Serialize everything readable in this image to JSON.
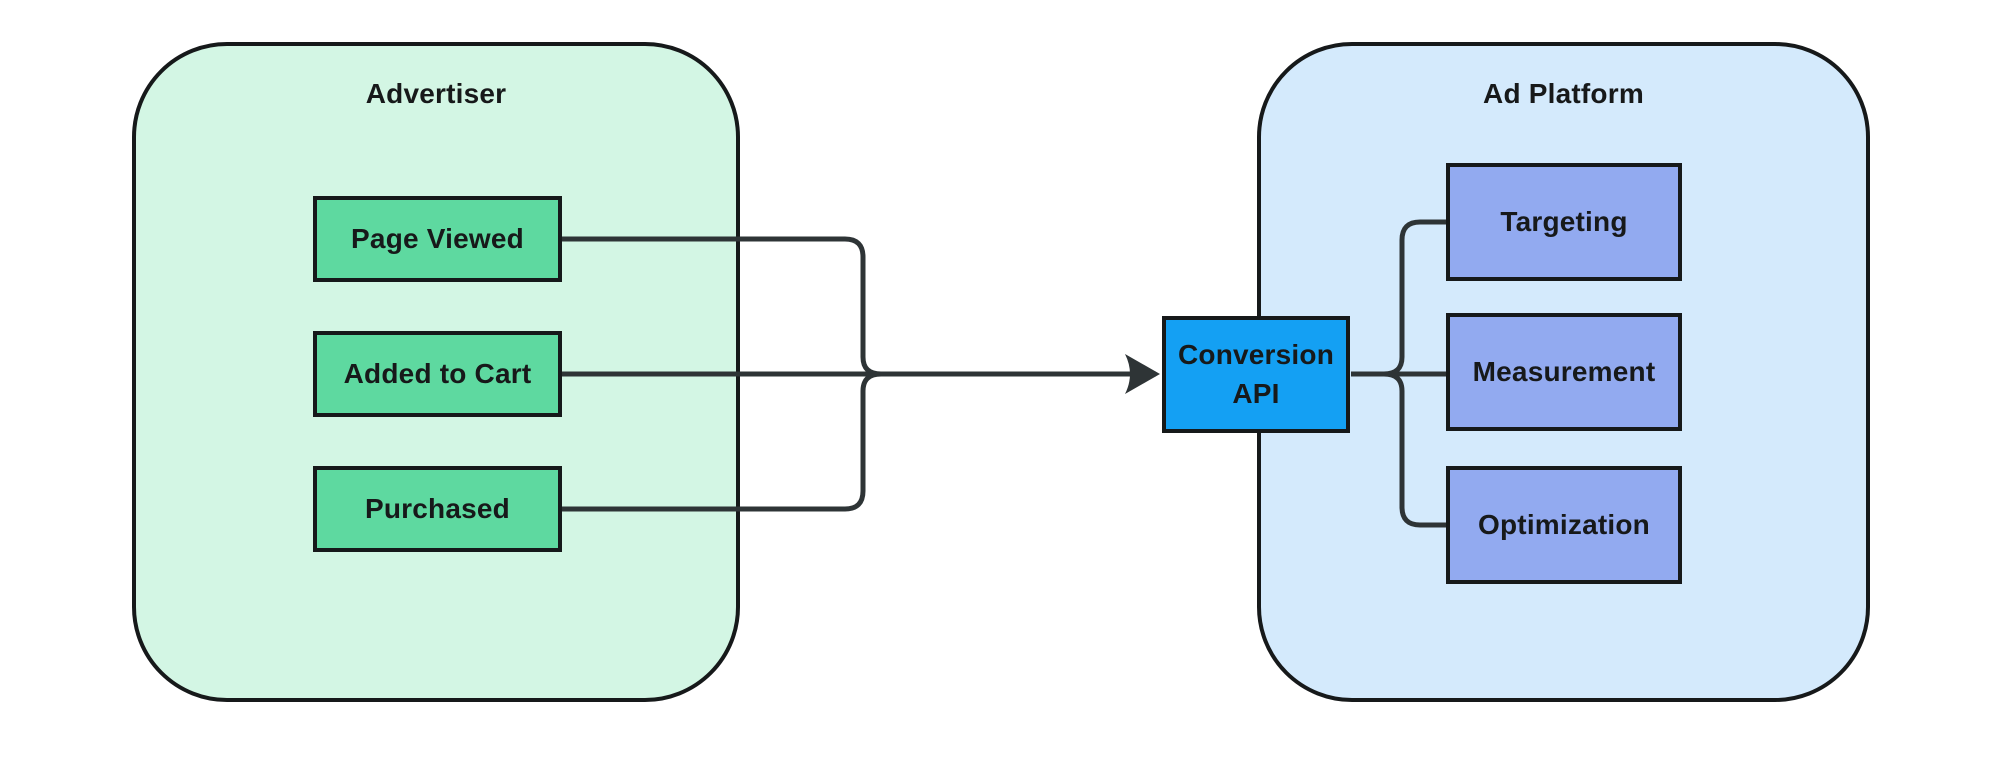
{
  "diagram": {
    "background": "#ffffff",
    "connector_color": "#2e3436",
    "border_color": "#16191a",
    "advertiser": {
      "title": "Advertiser",
      "fill": "#d3f6e4",
      "event_fill": "#5ed9a0",
      "events": [
        "Page Viewed",
        "Added to Cart",
        "Purchased"
      ]
    },
    "conversion_api": {
      "label": "Conversion API",
      "lines": [
        "Conversion",
        "API"
      ],
      "fill": "#14a0f3"
    },
    "ad_platform": {
      "title": "Ad Platform",
      "fill": "#d4eafc",
      "capability_fill": "#92aaf0",
      "capabilities": [
        "Targeting",
        "Measurement",
        "Optimization"
      ]
    }
  }
}
